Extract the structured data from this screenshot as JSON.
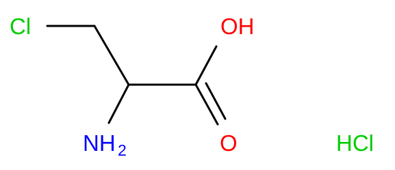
{
  "molecule": {
    "atoms": {
      "chlorine": {
        "text": "Cl",
        "color": "#00cc00"
      },
      "hydroxyl": {
        "text": "OH",
        "color": "#ff0000"
      },
      "carbonyl_oxygen": {
        "text": "O",
        "color": "#ff0000"
      },
      "amine": {
        "text": "NH",
        "subscript": "2",
        "color": "#0000ff"
      }
    },
    "bond_color": "#000000"
  },
  "salt": {
    "text": "HCl",
    "color": "#00cc00"
  }
}
